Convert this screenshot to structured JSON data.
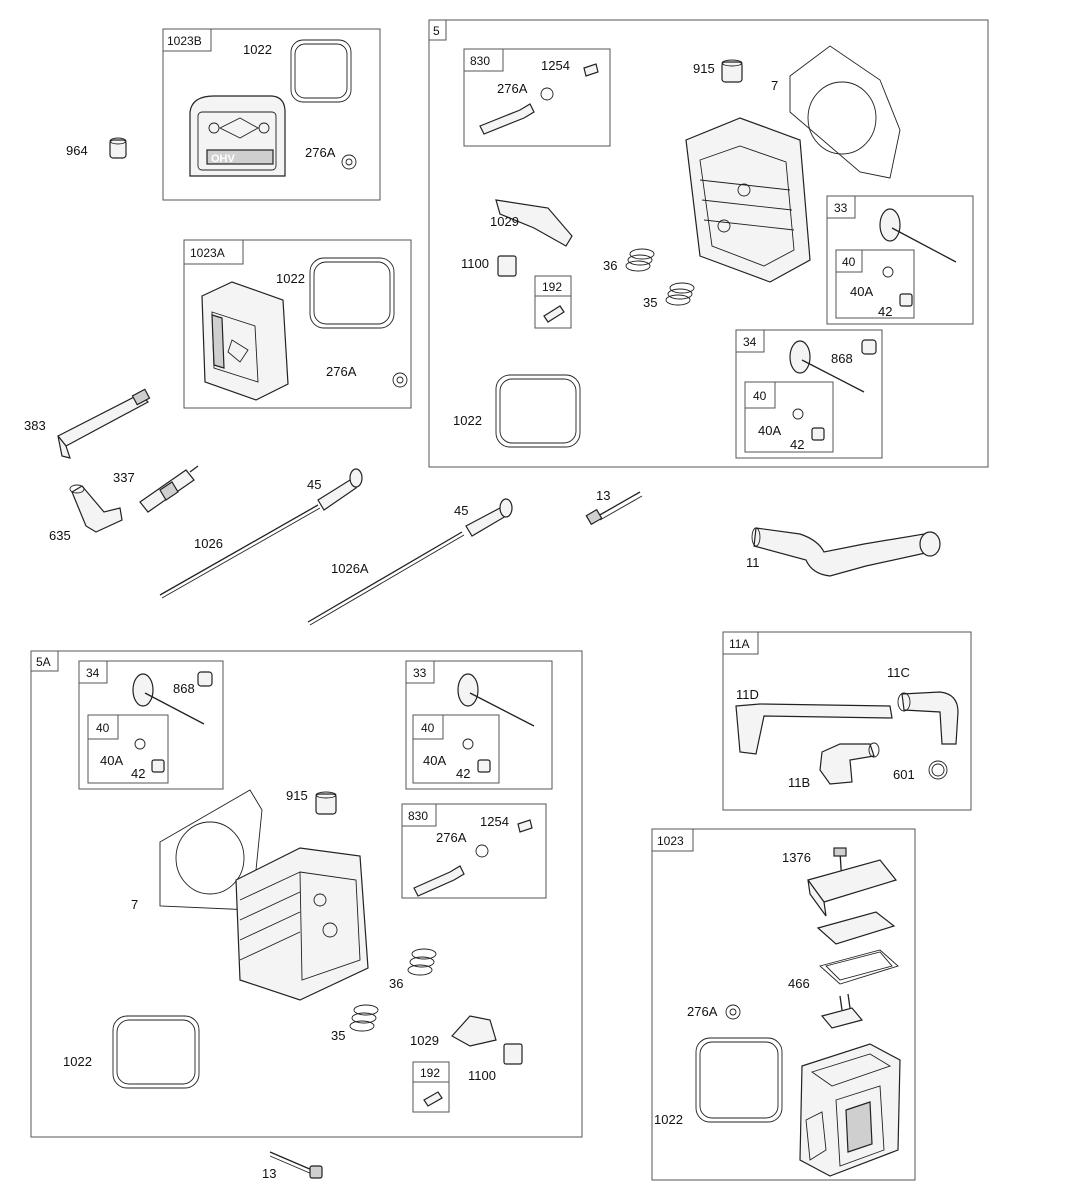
{
  "groups": {
    "g1023B": "1023B",
    "g1023A": "1023A",
    "g5": "5",
    "g830": "830",
    "g192": "192",
    "g33": "33",
    "g40": "40",
    "g34": "34",
    "g40b": "40",
    "g5A": "5A",
    "g34b": "34",
    "g40c": "40",
    "g33b": "33",
    "g40d": "40",
    "g830b": "830",
    "g192b": "192",
    "g11A": "11A",
    "g1023": "1023"
  },
  "parts": {
    "p964": "964",
    "p1022a": "1022",
    "p276Aa": "276A",
    "p1022b": "1022",
    "p276Ab": "276A",
    "p383": "383",
    "p337": "337",
    "p635": "635",
    "p45a": "45",
    "p1026": "1026",
    "p45b": "45",
    "p1026A": "1026A",
    "p13a": "13",
    "p11": "11",
    "p1254a": "1254",
    "p276Ac": "276A",
    "p915a": "915",
    "p7a": "7",
    "p1029a": "1029",
    "p1100a": "1100",
    "p36a": "36",
    "p35a": "35",
    "p40Aa": "40A",
    "p42a": "42",
    "p868a": "868",
    "p40Ab": "40A",
    "p42b": "42",
    "p1022c": "1022",
    "p868b": "868",
    "p40Ac": "40A",
    "p42c": "42",
    "p40Ad": "40A",
    "p42d": "42",
    "p915b": "915",
    "p1254b": "1254",
    "p276Ad": "276A",
    "p7b": "7",
    "p36b": "36",
    "p35b": "35",
    "p1029b": "1029",
    "p1100b": "1100",
    "p1022d": "1022",
    "p13b": "13",
    "p11D": "11D",
    "p11C": "11C",
    "p11B": "11B",
    "p601": "601",
    "p1376": "1376",
    "p466": "466",
    "p276Ae": "276A",
    "p1022e": "1022"
  }
}
